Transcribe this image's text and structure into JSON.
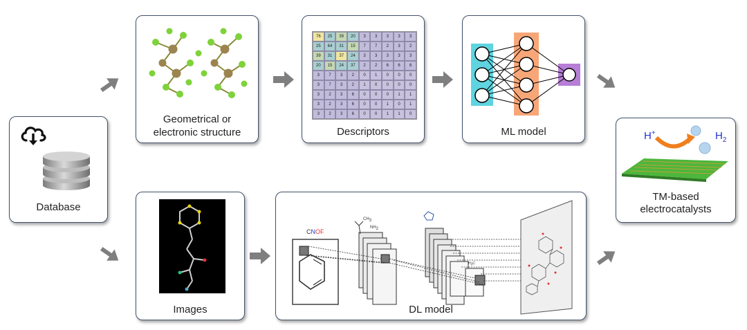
{
  "labels": {
    "database": "Database",
    "structure_line1": "Geometrical or",
    "structure_line2": "electronic structure",
    "descriptors": "Descriptors",
    "ml_model": "ML model",
    "images": "Images",
    "dl_model": "DL model",
    "catalyst_line1": "TM-based",
    "catalyst_line2": "electrocatalysts",
    "h_plus": "H+",
    "h2": "H2",
    "cnof": "CNOF",
    "ch3": "CH3",
    "nh2": "NH2",
    "h3c": "H3C"
  },
  "descriptor_table": {
    "rows": [
      [
        "76",
        "25",
        "39",
        "20",
        "3",
        "3",
        "3",
        "3",
        "3"
      ],
      [
        "25",
        "64",
        "31",
        "15",
        "7",
        "7",
        "2",
        "3",
        "2"
      ],
      [
        "39",
        "31",
        "37",
        "24",
        "3",
        "3",
        "3",
        "3",
        "3"
      ],
      [
        "20",
        "15",
        "24",
        "37",
        "2",
        "2",
        "6",
        "6",
        "6"
      ],
      [
        "3",
        "7",
        "3",
        "2",
        "0",
        "1",
        "0",
        "0",
        "0"
      ],
      [
        "3",
        "7",
        "3",
        "2",
        "1",
        "0",
        "0",
        "0",
        "0"
      ],
      [
        "3",
        "2",
        "3",
        "6",
        "0",
        "0",
        "0",
        "1",
        "1"
      ],
      [
        "3",
        "2",
        "3",
        "6",
        "0",
        "0",
        "1",
        "0",
        "1"
      ],
      [
        "3",
        "2",
        "3",
        "6",
        "0",
        "0",
        "1",
        "1",
        "0"
      ]
    ]
  },
  "colors": {
    "border": "#41526a",
    "arrow": "#7f7f7f",
    "input_layer": "#5ed4e0",
    "hidden_layer": "#f7a678",
    "output_layer": "#b77ed6",
    "graphene": "#4db63c",
    "proton_arrow": "#f07f1d"
  }
}
